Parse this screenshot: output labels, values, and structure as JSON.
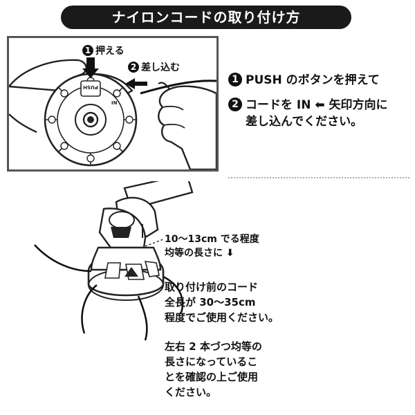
{
  "title": "ナイロンコードの取り付け方",
  "panel": {
    "step1_num": "1",
    "step1_label": "押える",
    "step2_num": "2",
    "step2_label": "差し込む",
    "push_text": "PUSH",
    "in_text": "IN"
  },
  "instructions": {
    "step1": {
      "num": "1",
      "text": "PUSH のボタンを押えて"
    },
    "step2": {
      "num": "2",
      "line1": "コードを IN ⬅ 矢印方向に",
      "line2": "差し込んでください。"
    }
  },
  "length_note": {
    "line1": "10～13cm でる程度",
    "line2": "均等の長さに ⬇"
  },
  "cord_note": {
    "line1": "取り付け前のコード",
    "line2": "全長が 30～35cm",
    "line3": "程度でご使用ください。"
  },
  "check_note": {
    "line1": "左右 2 本づつ均等の",
    "line2": "長さになっているこ",
    "line3": "とを確認の上ご使用",
    "line4": "ください。"
  }
}
